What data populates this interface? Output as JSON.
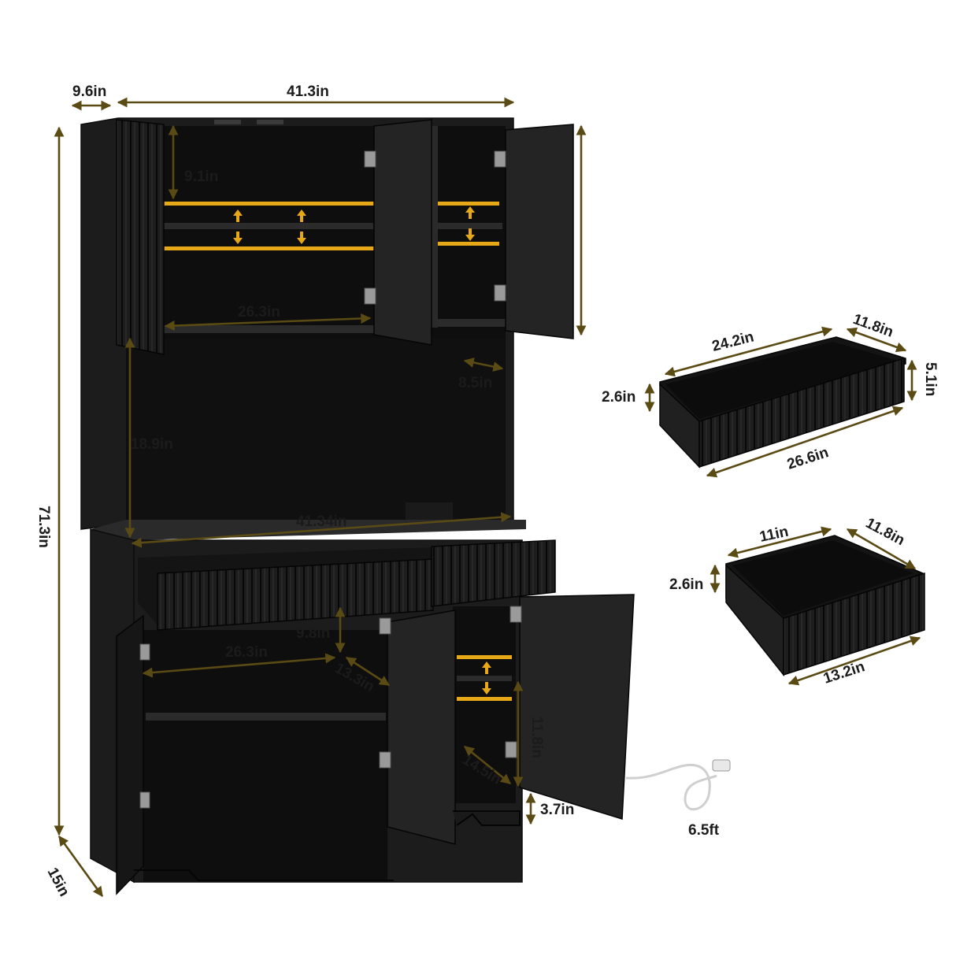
{
  "dimensions": {
    "top_depth": "9.6in",
    "top_width": "41.3in",
    "total_height": "71.3in",
    "base_depth": "15in",
    "upper_shelf_gap": "9.1in",
    "upper_inner_width": "26.3in",
    "right_cabinet_depth": "8.5in",
    "open_shelf_height": "18.9in",
    "counter_width": "41.34in",
    "drawer_height_lower": "9.8in",
    "lower_inner_width": "26.3in",
    "lower_inner_depth": "13.3in",
    "lower_right_height": "11.8in",
    "lower_right_depth": "14.5in",
    "leg_height": "3.7in",
    "cord_length": "6.5ft"
  },
  "large_drawer": {
    "inner_length": "24.2in",
    "depth": "11.8in",
    "front_height": "5.1in",
    "inner_height": "2.6in",
    "front_width": "26.6in"
  },
  "small_drawer": {
    "inner_length": "11in",
    "depth": "11.8in",
    "inner_height": "2.6in",
    "front_width": "13.2in"
  }
}
